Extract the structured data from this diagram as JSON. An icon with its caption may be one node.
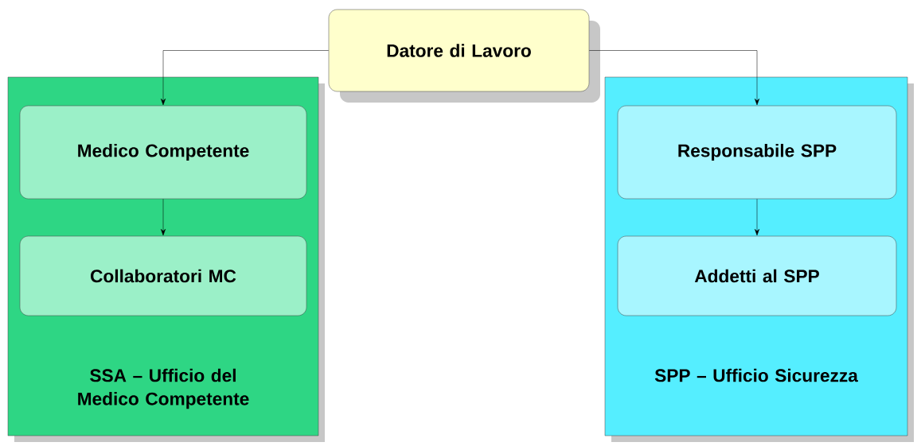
{
  "diagram": {
    "nodes": [
      {
        "text": [
          "Datore di Lavoro"
        ]
      },
      {
        "text": [
          "SSA – Ufficio del Medico Competente"
        ]
      },
      {
        "text": [
          "Medico Competente"
        ],
        "in": 1
      },
      {
        "text": [
          "Collaboratori MC"
        ],
        "in": 1
      },
      {
        "text": [
          "SPP – Ufficio Sicurezza"
        ]
      },
      {
        "text": [
          "Responsabile SPP"
        ],
        "in": 4
      },
      {
        "text": [
          "Addetti al SPP"
        ],
        "in": 4
      }
    ],
    "edges": [
      {
        "from": 0,
        "to": 2,
        "arrow": "to"
      },
      {
        "from": 0,
        "to": 5,
        "arrow": "to"
      },
      {
        "from": 2,
        "to": 3,
        "arrow": "to"
      },
      {
        "from": 5,
        "to": 6,
        "arrow": "to"
      }
    ]
  }
}
